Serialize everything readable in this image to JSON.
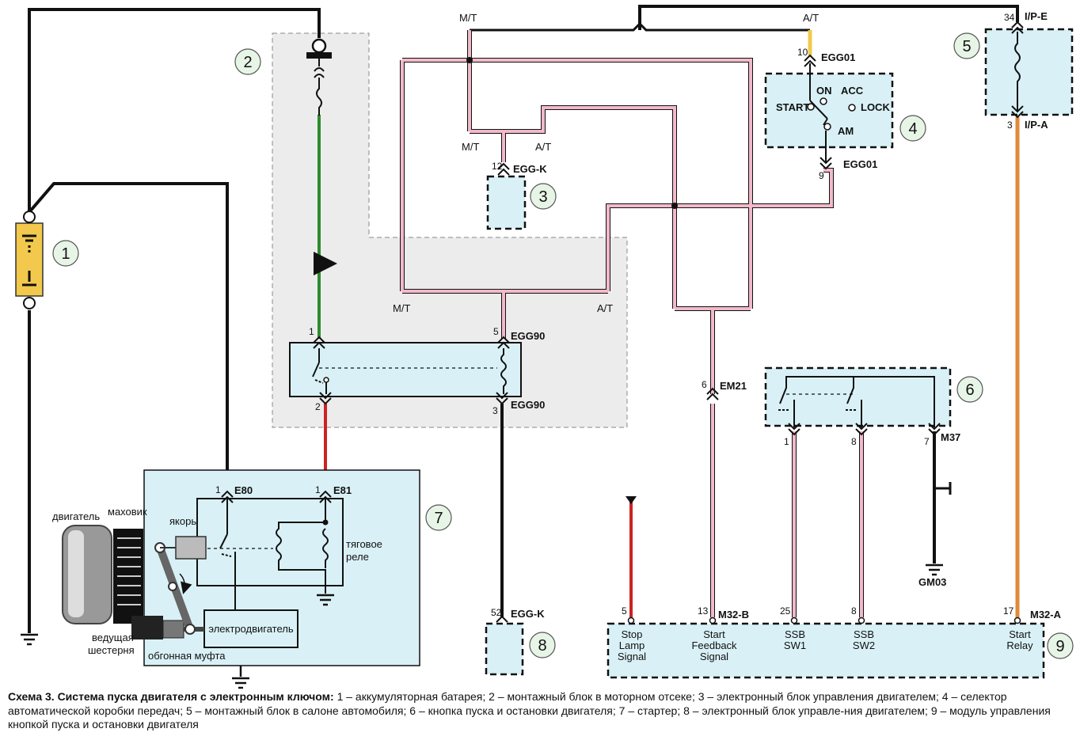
{
  "components": [
    {
      "num": "1"
    },
    {
      "num": "2"
    },
    {
      "num": "3"
    },
    {
      "num": "4"
    },
    {
      "num": "5"
    },
    {
      "num": "6"
    },
    {
      "num": "7"
    },
    {
      "num": "8"
    },
    {
      "num": "9"
    }
  ],
  "connectors": {
    "egg90": "EGG90",
    "egg90b": "EGG90",
    "eggk_top": "EGG-K",
    "eggk_bottom": "EGG-K",
    "egg01_top": "EGG01",
    "egg01_bottom": "EGG01",
    "ipe": "I/P-E",
    "ipa": "I/P-A",
    "em21": "EM21",
    "m37": "M37",
    "gm03": "GM03",
    "e80": "E80",
    "e81": "E81",
    "m32b": "M32-B",
    "m32a": "M32-A"
  },
  "pins": {
    "p1_egg90": "1",
    "p2_egg90": "2",
    "p5_egg90": "5",
    "p3_egg90": "3",
    "p12_eggk": "12",
    "p10_egg01": "10",
    "p9_egg01": "9",
    "p34_ipe": "34",
    "p3_ipa": "3",
    "p6_em21": "6",
    "p1_m37": "1",
    "p8_m37": "8",
    "p7_m37": "7",
    "p1_e80": "1",
    "p1_e81": "1",
    "p52_eggk": "52",
    "p5_m32": "5",
    "p13_m32": "13",
    "p25_m32": "25",
    "p8_m32": "8",
    "p17_m32": "17"
  },
  "wire_labels": {
    "mt_top": "M/T",
    "at_top": "A/T",
    "mt_mid": "M/T",
    "at_mid": "A/T",
    "mt_low": "M/T",
    "at_low": "A/T"
  },
  "switch_labels": {
    "on": "ON",
    "acc": "ACC",
    "start": "START",
    "lock": "LOCK",
    "am": "AM"
  },
  "starter_labels": {
    "engine": "двигатель",
    "flywheel": "маховик",
    "armature": "якорь",
    "traction_relay_1": "тяговое",
    "traction_relay_2": "реле",
    "motor": "электродвигатель",
    "drive_gear_1": "ведущая",
    "drive_gear_2": "шестерня",
    "clutch": "обгонная муфта"
  },
  "module9_terminals": [
    {
      "lines": [
        "Stop",
        "Lamp",
        "Signal"
      ]
    },
    {
      "lines": [
        "Start",
        "Feedback",
        "Signal"
      ]
    },
    {
      "lines": [
        "SSB",
        "SW1"
      ]
    },
    {
      "lines": [
        "SSB",
        "SW2"
      ]
    },
    {
      "lines": [
        "Start",
        "Relay"
      ]
    }
  ],
  "caption": {
    "title": "Схема 3. Система пуска двигателя с электронным ключом:",
    "text": " 1 – аккумуляторная батарея; 2 – монтажный блок в моторном отсеке; 3 – электронный блок управления двигателем; 4 – селектор автоматической коробки передач; 5 – монтажный блок в салоне автомобиля; 6 – кнопка пуска и остановки двигателя; 7 – стартер; 8 – электронный блок управле-ния двигателем; 9 – модуль управления кнопкой пуска и остановки двигателя"
  },
  "colors": {
    "black": "#111111",
    "green": "#2e8b2e",
    "red": "#cc2222",
    "pink": "#f1b9c9",
    "orange": "#e08a3a",
    "yellow": "#f2c94c",
    "module_fill": "#d9f1f6",
    "block_fill": "#ececec"
  }
}
